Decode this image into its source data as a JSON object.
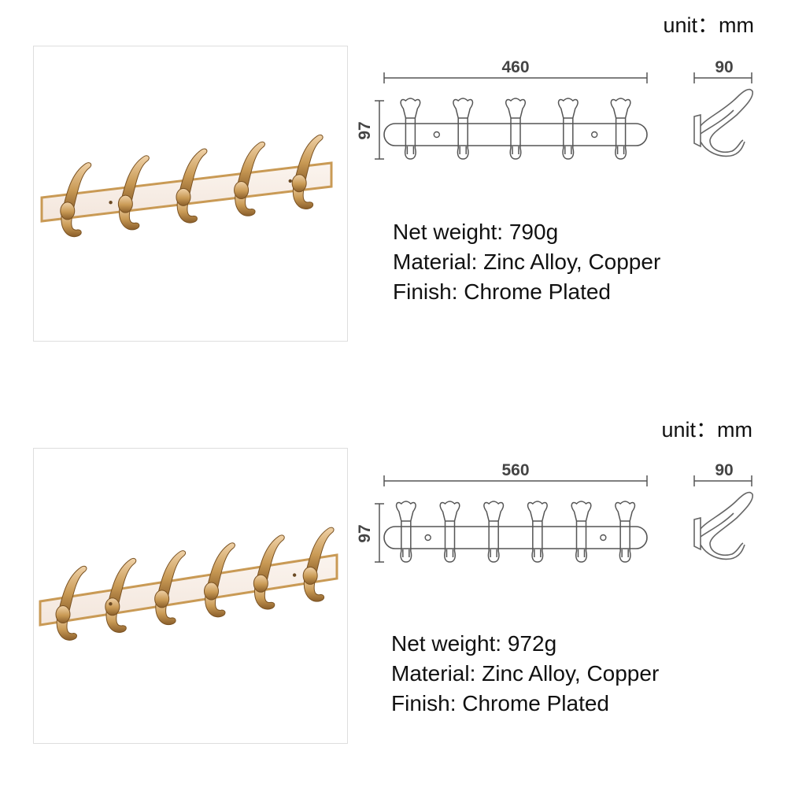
{
  "variants": [
    {
      "unit_label": "unit：mm",
      "length": "460",
      "height": "97",
      "depth": "90",
      "hooks": 5,
      "specs": [
        "Net weight: 790g",
        "Material: Zinc Alloy, Copper",
        "Finish: Chrome Plated"
      ]
    },
    {
      "unit_label": "unit：mm",
      "length": "560",
      "height": "97",
      "depth": "90",
      "hooks": 6,
      "specs": [
        "Net weight: 972g",
        "Material: Zinc Alloy, Copper",
        "Finish: Chrome Plated"
      ]
    }
  ],
  "colors": {
    "gold": "#c99a55",
    "gold_light": "#f0d2a8",
    "plate": "#f3e6dc",
    "line": "#555555"
  }
}
